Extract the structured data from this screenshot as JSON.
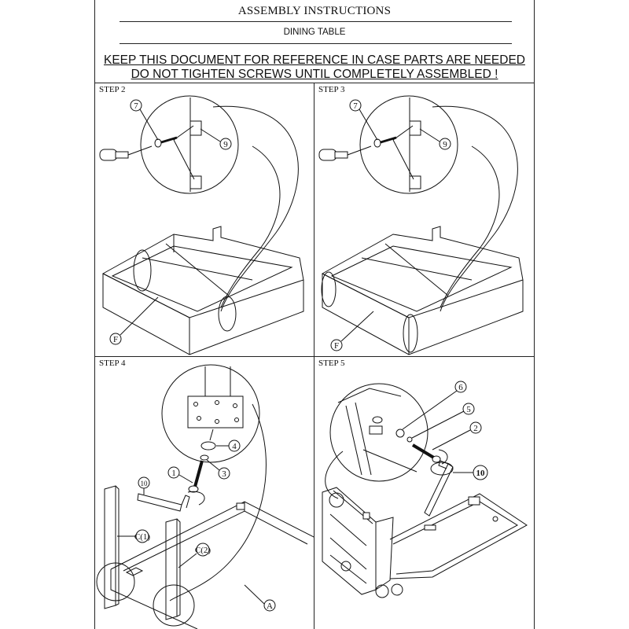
{
  "header": {
    "title": "ASSEMBLY INSTRUCTIONS",
    "subtitle": "DINING TABLE",
    "warning_line1": "KEEP THIS DOCUMENT FOR REFERENCE IN CASE PARTS ARE NEEDED",
    "warning_line2": "DO NOT TIGHTEN SCREWS UNTIL COMPLETELY ASSEMBLED !"
  },
  "steps": [
    {
      "label": "STEP 2",
      "callouts": [
        "7",
        "9",
        "F"
      ]
    },
    {
      "label": "STEP 3",
      "callouts": [
        "7",
        "9",
        "F"
      ]
    },
    {
      "label": "STEP 4",
      "callouts": [
        "4",
        "3",
        "1",
        "10",
        "C(1)",
        "C(2)",
        "A"
      ]
    },
    {
      "label": "STEP 5",
      "callouts": [
        "6",
        "5",
        "2",
        "10"
      ]
    }
  ]
}
